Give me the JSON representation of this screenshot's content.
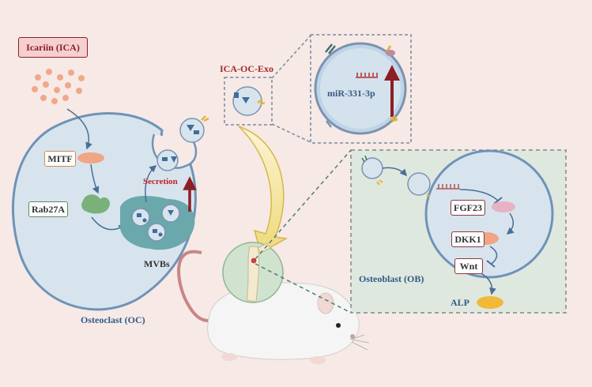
{
  "labels": {
    "icariin": "Icariin (ICA)",
    "mitf": "MITF",
    "rab27a": "Rab27A",
    "mvbs": "MVBs",
    "secretion": "Secretion",
    "osteoclast": "Osteoclast (OC)",
    "ica_oc_exo": "ICA-OC-Exo",
    "mirna": "miR-331-3p",
    "fgf23": "FGF23",
    "dkk1": "DKK1",
    "wnt": "Wnt",
    "osteoblast": "Osteoblast (OB)",
    "alp": "ALP"
  },
  "colors": {
    "background": "#f7e9e6",
    "cell_fill": "#d7e4ee",
    "cell_border": "#6f93b7",
    "mvb_fill": "#6aa8ab",
    "ob_panel": "#dfe8de",
    "accent_red": "#8b1f24",
    "mitf_box_border": "#d28a4a",
    "rab_box_border": "#5e8a55",
    "ob_box_border": "#8b3a3a",
    "alp_fill": "#f2b83a"
  }
}
